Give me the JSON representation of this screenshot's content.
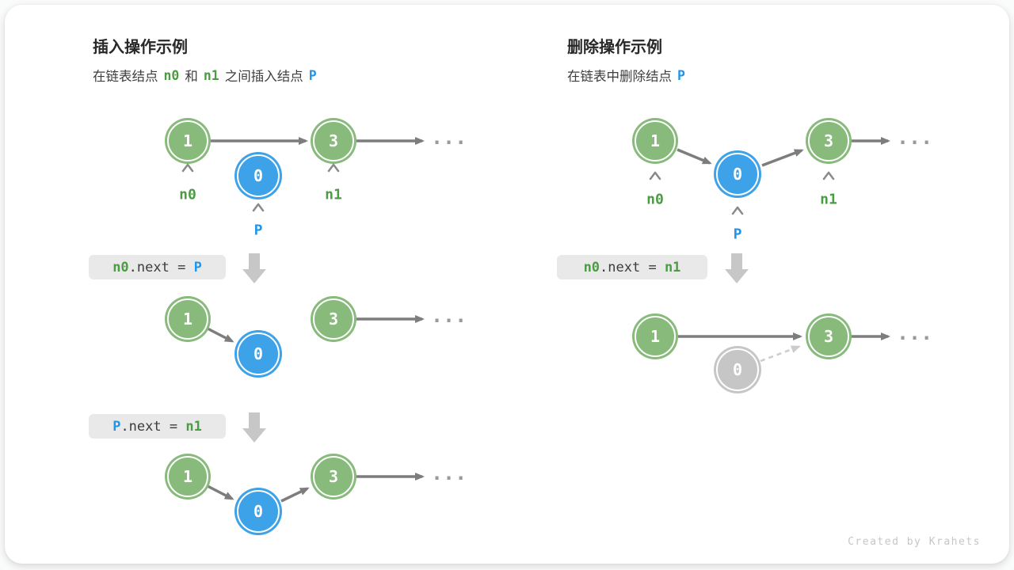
{
  "colors": {
    "node_green": "#87ba7b",
    "node_blue": "#3da2e7",
    "node_gray_deleted": "#c6c6c6",
    "label_green": "#4c9b45",
    "label_blue": "#2196e8",
    "arrow_gray": "#7d7d7d",
    "dashed_arrow_gray": "#cccccc",
    "code_pill_bg": "#e9e9e9",
    "credit_gray": "#c6c6c6"
  },
  "left_panel": {
    "title": "插入操作示例",
    "subtitle": {
      "t1": "在链表结点",
      "n0": "n0",
      "t2": "和",
      "n1": "n1",
      "t3": "之间插入结点",
      "p": "P"
    },
    "code1": {
      "a": "n0",
      "b": ".next = ",
      "c": "P"
    },
    "code2": {
      "a": "P",
      "b": ".next = ",
      "c": "n1"
    },
    "d1": {
      "v1": "1",
      "v0": "0",
      "v3": "3",
      "n0": "n0",
      "p": "P",
      "n1": "n1",
      "dots": "..."
    },
    "d2": {
      "v1": "1",
      "v0": "0",
      "v3": "3",
      "dots": "..."
    },
    "d3": {
      "v1": "1",
      "v0": "0",
      "v3": "3",
      "dots": "..."
    }
  },
  "right_panel": {
    "title": "删除操作示例",
    "subtitle": {
      "t1": "在链表中删除结点",
      "p": "P"
    },
    "code1": {
      "a": "n0",
      "b": ".next = ",
      "c": "n1"
    },
    "d1": {
      "v1": "1",
      "v0": "0",
      "v3": "3",
      "n0": "n0",
      "p": "P",
      "n1": "n1",
      "dots": "..."
    },
    "d2": {
      "v1": "1",
      "v0": "0",
      "v3": "3",
      "dots": "..."
    }
  },
  "footer": {
    "credit": "Created by Krahets"
  }
}
